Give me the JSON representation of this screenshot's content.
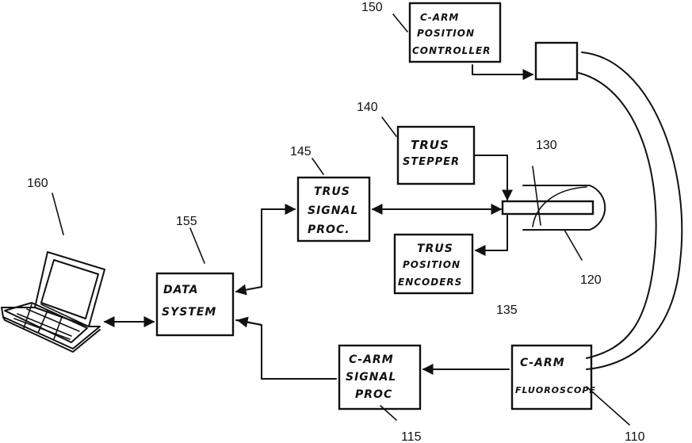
{
  "refs": {
    "r160": "160",
    "r155": "155",
    "r145": "145",
    "r140": "140",
    "r150": "150",
    "r130": "130",
    "r120": "120",
    "r135": "135",
    "r115": "115",
    "r110": "110"
  },
  "boxes": {
    "carm_position_controller": [
      "C-ARM",
      "POSITION",
      "CONTROLLER"
    ],
    "trus_stepper": [
      "TRUS",
      "STEPPER"
    ],
    "trus_signal_proc": [
      "TRUS",
      "SIGNAL",
      "PROC."
    ],
    "trus_position_encoders": [
      "TRUS",
      "POSITION",
      "ENCODERS"
    ],
    "data_system": [
      "DATA",
      "SYSTEM"
    ],
    "carm_signal_proc": [
      "C-ARM",
      "SIGNAL",
      "PROC"
    ],
    "carm_fluoroscope": [
      "C-ARM",
      "FLUOROSCOPE"
    ]
  }
}
